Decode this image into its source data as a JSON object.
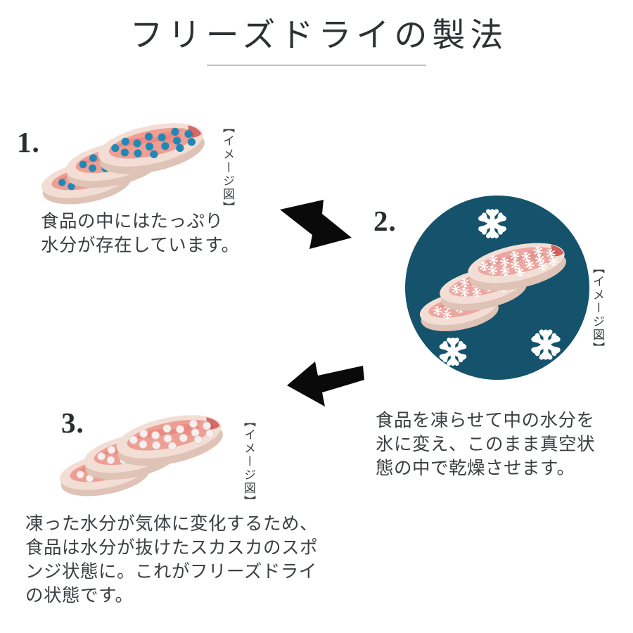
{
  "header": {
    "title": "フリーズドライの製法"
  },
  "steps": [
    {
      "number": "1.",
      "image_caption": "【イメージ図】",
      "caption": "食品の中にはたっぷり\n水分が存在しています。",
      "illustration": "meat-slices-with-water-droplets"
    },
    {
      "number": "2.",
      "image_caption": "【イメージ図】",
      "caption": "食品を凍らせて中の水分を\n氷に変え、このまま真空状\n態の中で乾燥させます。",
      "illustration": "frozen-meat-slices-in-circle"
    },
    {
      "number": "3.",
      "image_caption": "【イメージ図】",
      "caption": "凍った水分が気体に変化するため、\n食品は水分が抜けたスカスカのスポ\nンジ状態に。これがフリーズドライ\nの状態です。",
      "illustration": "freeze-dried-porous-meat-slices"
    }
  ],
  "arrows": [
    {
      "name": "arrow-step1-to-step2",
      "direction": "down-right"
    },
    {
      "name": "arrow-step2-to-step3",
      "direction": "down-left"
    }
  ],
  "colors": {
    "background": "#ffffff",
    "title_text": "#2e3133",
    "body_text": "#3c3f41",
    "freeze_circle": "#14536b",
    "water_droplet": "#2188b5",
    "pore_dot": "#f7efed",
    "meat_fat": "#f3ded5",
    "meat_flesh": "#ef9e94",
    "meat_flesh_dark": "#e06f6b",
    "arrow": "#0a0a0a",
    "snowflake": "#ffffff"
  }
}
